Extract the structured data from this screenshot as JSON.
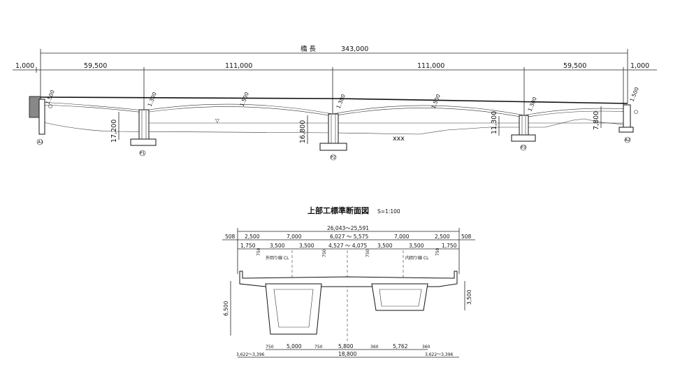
{
  "elevation": {
    "bridge_length_label": "橋 長",
    "bridge_length_value": "343,000",
    "spans": [
      "1,000",
      "59,500",
      "111,000",
      "111,000",
      "59,500",
      "1,000"
    ],
    "pier_heights": [
      "17,200",
      "16,800",
      "11,300",
      "7,800"
    ],
    "slopes": [
      "1.500",
      "1.300",
      "1.500",
      "1.300",
      "1.500",
      "1.300",
      "1.500"
    ],
    "support_labels": [
      "A1",
      "P1",
      "P2",
      "P3",
      "A2"
    ],
    "water_mark": "▽",
    "wave_mark": "xxx"
  },
  "section": {
    "title": "上部工標準断面図",
    "scale": "S=1:100",
    "total_width": "26,043～25,591",
    "row1": [
      "508",
      "2,500",
      "7,000",
      "6,027 ～ 5,575",
      "7,000",
      "2,500",
      "508"
    ],
    "row2": [
      "1,750",
      "750",
      "3,500",
      "3,500",
      "4,527 ～ 4,075",
      "3,500",
      "3,500",
      "750",
      "1,750"
    ],
    "row2_small": [
      "750",
      "750"
    ],
    "lane_left": "外回り線 CL",
    "lane_right": "内回り線 CL",
    "height_left": "6,500",
    "height_right": "3,500",
    "bottom1": [
      "750",
      "5,000",
      "750",
      "5,800",
      "360",
      "5,762",
      "360"
    ],
    "bottom2": [
      "3,622～3,396",
      "18,800",
      "3,622～3,396"
    ]
  }
}
